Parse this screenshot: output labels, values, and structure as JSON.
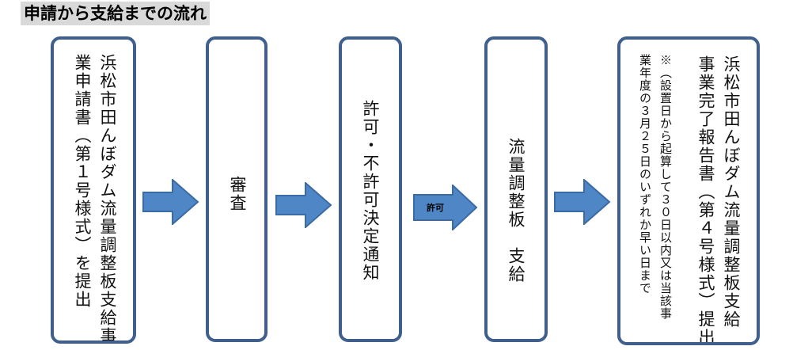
{
  "title": "申請から支給までの流れ",
  "steps": [
    {
      "lines": [
        "浜松市田んぼダム流量調整板支給事",
        "業申請書（第１号様式）を提出"
      ]
    },
    {
      "lines": [
        "審査"
      ]
    },
    {
      "lines": [
        "許可・不許可決定通知"
      ]
    },
    {
      "lines": [
        "流量調整板　支給"
      ]
    },
    {
      "lines": [
        "浜松市田んぼダム流量調整板支給",
        "事業完了報告書（第４号様式）提出"
      ],
      "note_lines": [
        "※（設置日から起算して３０日以内又は当該事",
        "業年度の３月２５日のいずれか早い日まで"
      ]
    }
  ],
  "arrows": [
    {
      "label": ""
    },
    {
      "label": ""
    },
    {
      "label": "許可"
    },
    {
      "label": ""
    }
  ],
  "colors": {
    "box_border": "#3f5f8c",
    "arrow_fill": "#4f86c6",
    "arrow_stroke": "#3b6ba5",
    "title_background": "#d9d9d9"
  }
}
